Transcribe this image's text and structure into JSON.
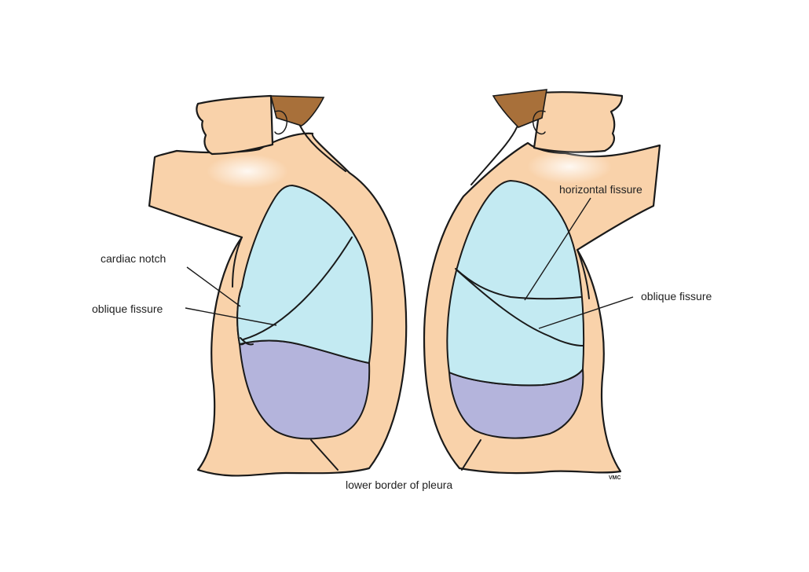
{
  "labels": {
    "cardiac_notch": "cardiac notch",
    "oblique_fissure_left": "oblique fissure",
    "horizontal_fissure": "horizontal fissure",
    "oblique_fissure_right": "oblique fissure",
    "lower_border_of_pleura": "lower border of pleura"
  },
  "signature": "VMC",
  "colors": {
    "skin": "#f9d2aa",
    "hair": "#a8703a",
    "upper_lobe": "#c3eaf2",
    "lower_lobe": "#b4b4dc",
    "outline": "#1a1a1a"
  }
}
